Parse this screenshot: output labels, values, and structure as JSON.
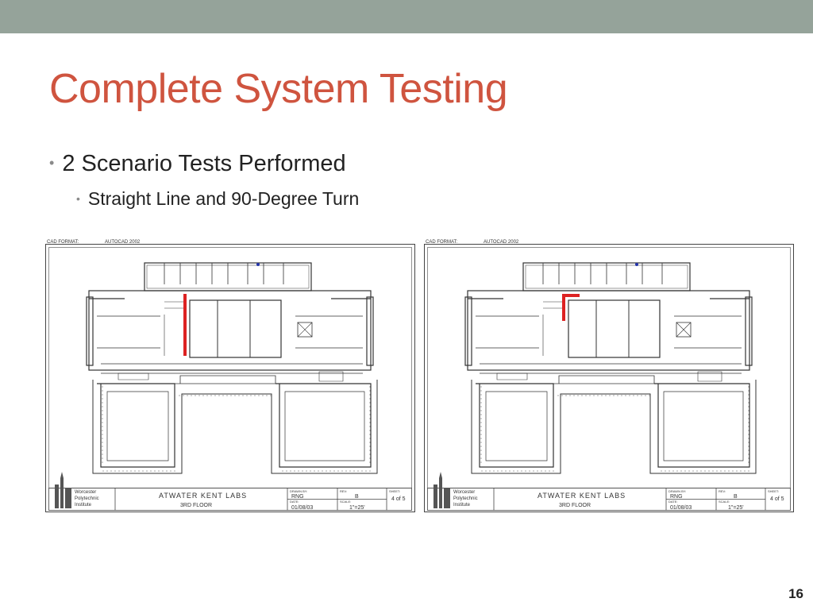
{
  "slide": {
    "title": "Complete System Testing",
    "bullets": [
      {
        "text": "2 Scenario Tests Performed",
        "sub": [
          "Straight Line and 90-Degree Turn"
        ]
      }
    ],
    "slide_number": "16"
  },
  "floor_plan": {
    "cad_format_label": "CAD FORMAT:",
    "cad_format_value": "AUTOCAD 2002",
    "institution_line1": "Worcester",
    "institution_line2": "Polytechnic",
    "institution_line3": "Institute",
    "building": "ATWATER KENT LABS",
    "floor": "3RD FLOOR",
    "drawn_by_label": "DRAWN BY:",
    "drawn_by": "RNG",
    "date_label": "DATE:",
    "date": "01/08/03",
    "rev_label": "REV:",
    "rev": "B",
    "scale_label": "SCALE:",
    "scale": "1\"=25'",
    "sheet_label": "SHEET:",
    "sheet": "4 of 5"
  },
  "colors": {
    "title": "#cf543f",
    "band": "#95a39a",
    "path": "#dd2222"
  }
}
